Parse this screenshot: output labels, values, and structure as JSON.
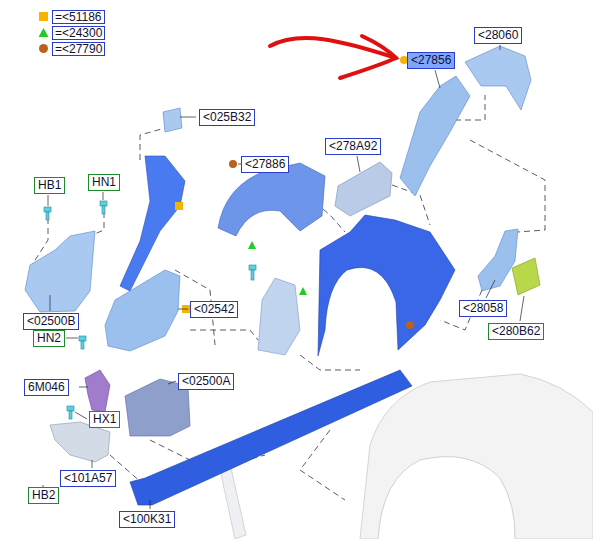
{
  "diagram": {
    "nodes": [
      {
        "text": [
          "<28060"
        ]
      },
      {
        "text": [
          "<27856"
        ]
      },
      {
        "text": [
          "<025B32"
        ]
      },
      {
        "text": [
          "<278A92"
        ]
      },
      {
        "text": [
          "<27886"
        ]
      },
      {
        "text": [
          "HB1"
        ]
      },
      {
        "text": [
          "HN1"
        ]
      },
      {
        "text": [
          "<28058"
        ]
      },
      {
        "text": [
          "<280B62"
        ]
      },
      {
        "text": [
          "<02500B"
        ]
      },
      {
        "text": [
          "<02542"
        ]
      },
      {
        "text": [
          "HN2"
        ]
      },
      {
        "text": [
          "<02500A"
        ]
      },
      {
        "text": [
          "6M046"
        ]
      },
      {
        "text": [
          "HX1"
        ]
      },
      {
        "text": [
          "<101A57"
        ]
      },
      {
        "text": [
          "HB2"
        ]
      },
      {
        "text": [
          "<100K31"
        ]
      }
    ],
    "legend": [
      {
        "text": "=<51186",
        "color": "#f5b400"
      },
      {
        "text": "=<24300",
        "color": "#22cc22"
      },
      {
        "text": "=<27790",
        "color": "#b8621e"
      }
    ]
  }
}
